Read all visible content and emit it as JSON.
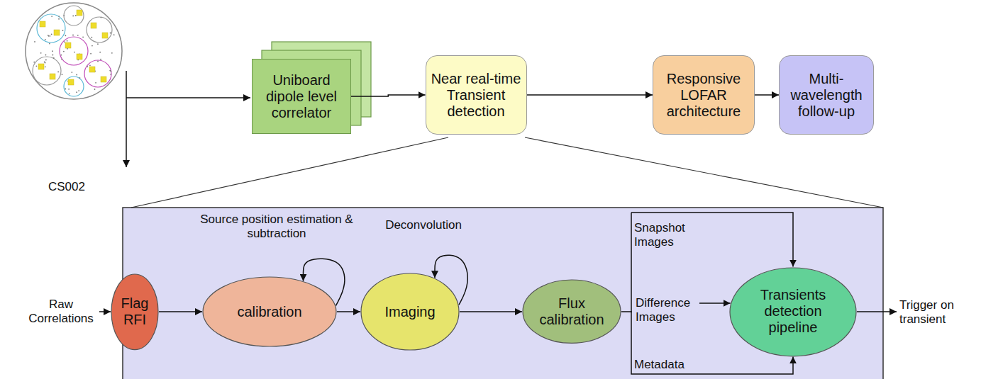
{
  "diagram": {
    "nodes": [
      {
        "text": [
          "Uniboard dipole level correlator"
        ]
      },
      {
        "text": [
          "Near real-time Transient detection"
        ]
      },
      {
        "text": [
          "Responsive LOFAR architecture"
        ]
      },
      {
        "text": [
          "Multi-wavelength follow-up"
        ]
      },
      {
        "text": [
          "Flag RFI"
        ]
      },
      {
        "text": [
          "calibration"
        ]
      },
      {
        "text": [
          "Imaging"
        ]
      },
      {
        "text": [
          "Flux calibration"
        ]
      },
      {
        "text": [
          "Transients detection pipeline"
        ]
      }
    ],
    "edges": [
      {
        "from": 0,
        "to": 1,
        "arrow": "to"
      },
      {
        "from": 1,
        "to": 2,
        "arrow": "to"
      },
      {
        "from": 2,
        "to": 3,
        "arrow": "to"
      },
      {
        "from": 4,
        "to": 5,
        "arrow": "to"
      },
      {
        "from": 5,
        "to": 5,
        "label": "Source position estimation & subtraction",
        "arrow": "to"
      },
      {
        "from": 5,
        "to": 6,
        "arrow": "to"
      },
      {
        "from": 6,
        "to": 6,
        "label": "Deconvolution",
        "arrow": "to"
      },
      {
        "from": 6,
        "to": 7,
        "arrow": "to"
      },
      {
        "from": 7,
        "to": 8,
        "arrow": "to"
      }
    ],
    "labels": [
      "CS002",
      "Raw Correlations",
      "Snapshot Images",
      "Difference Images",
      "Metadata",
      "Trigger on transient"
    ]
  }
}
